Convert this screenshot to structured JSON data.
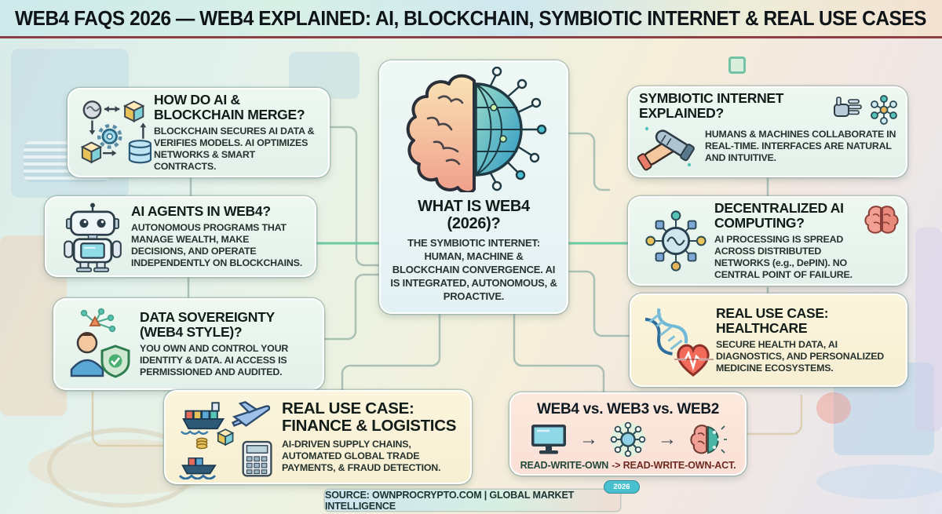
{
  "header": {
    "title": "WEB4 FAQS 2026 — WEB4 EXPLAINED: AI, BLOCKCHAIN, SYMBIOTIC INTERNET & REAL USE CASES"
  },
  "center": {
    "title": "WHAT IS WEB4 (2026)?",
    "body": "THE SYMBIOTIC INTERNET: HUMAN, MACHINE & BLOCKCHAIN CONVERGENCE. AI IS INTEGRATED, AUTONOMOUS, & PROACTIVE."
  },
  "cards": {
    "merge": {
      "title": "HOW DO AI & BLOCKCHAIN MERGE?",
      "body": "BLOCKCHAIN SECURES AI DATA & VERIFIES MODELS. AI OPTIMIZES NETWORKS & SMART CONTRACTS."
    },
    "agents": {
      "title": "AI AGENTS IN WEB4?",
      "body": "AUTONOMOUS PROGRAMS THAT MANAGE WEALTH, MAKE DECISIONS, AND OPERATE INDEPENDENTLY ON BLOCKCHAINS."
    },
    "sovereignty": {
      "title": "DATA SOVEREIGNTY (WEB4 STYLE)?",
      "body": "YOU OWN AND CONTROL YOUR IDENTITY & DATA. AI ACCESS IS PERMISSIONED AND AUDITED."
    },
    "symbiotic": {
      "title": "SYMBIOTIC INTERNET EXPLAINED?",
      "body": "HUMANS & MACHINES COLLABORATE IN REAL-TIME. INTERFACES ARE NATURAL AND INTUITIVE."
    },
    "decentralized": {
      "title": "DECENTRALIZED AI COMPUTING?",
      "body": "AI PROCESSING IS SPREAD ACROSS DISTRIBUTED NETWORKS (e.g., DePIN). NO CENTRAL POINT OF FAILURE."
    },
    "healthcare": {
      "title": "REAL USE CASE: HEALTHCARE",
      "body": "SECURE HEALTH DATA, AI DIAGNOSTICS, AND PERSONALIZED MEDICINE ECOSYSTEMS."
    },
    "finance": {
      "title": "REAL USE CASE: FINANCE & LOGISTICS",
      "body": "AI-DRIVEN SUPPLY CHAINS, AUTOMATED GLOBAL TRADE PAYMENTS, & FRAUD DETECTION."
    },
    "versus": {
      "title": "WEB4 vs. WEB3 vs. WEB2",
      "arrow": "→",
      "caption_left": "READ-WRITE-OWN",
      "caption_right": "-> READ-WRITE-OWN-ACT."
    }
  },
  "footer": {
    "source": "SOURCE: OWNPROCRYPTO.COM | GLOBAL MARKET INTELLIGENCE",
    "badge": "2026"
  },
  "colors": {
    "header_rule": "#7c2128",
    "badge_teal": "#49c0cf",
    "card_mint": "#e9f6ee",
    "card_cream": "#fbf4da",
    "card_peach": "#fce6da",
    "card_blue": "#e9f3f5",
    "trace_grey": "#9fb8ae",
    "trace_green": "#5fc79b"
  }
}
